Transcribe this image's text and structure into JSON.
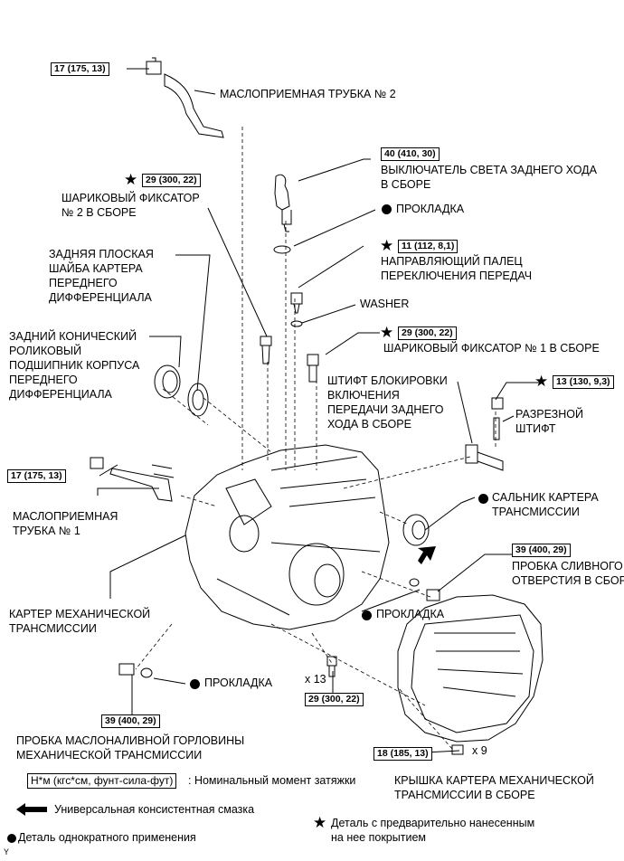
{
  "labels": {
    "oil_tube_2": "МАСЛОПРИЕМНАЯ ТРУБКА № 2",
    "reverse_switch_l1": "ВЫКЛЮЧАТЕЛЬ СВЕТА ЗАДНЕГО ХОДА",
    "reverse_switch_l2": "В СБОРЕ",
    "ball_det_2_l1": "ШАРИКОВЫЙ ФИКСАТОР",
    "ball_det_2_l2": "№ 2 В СБОРЕ",
    "gasket": "ПРОКЛАДКА",
    "guide_pin_l1": "НАПРАВЛЯЮЩИЙ ПАЛЕЦ",
    "guide_pin_l2": "ПЕРЕКЛЮЧЕНИЯ ПЕРЕДАЧ",
    "washer_front_l1": "ЗАДНЯЯ ПЛОСКАЯ",
    "washer_front_l2": "ШАЙБА КАРТЕРА",
    "washer_front_l3": "ПЕРЕДНЕГО",
    "washer_front_l4": "ДИФФЕРЕНЦИАЛА",
    "washer": "WASHER",
    "bearing_l1": "ЗАДНИЙ КОНИЧЕСКИЙ",
    "bearing_l2": "РОЛИКОВЫЙ",
    "bearing_l3": "ПОДШИПНИК КОРПУСА",
    "bearing_l4": "ПЕРЕДНЕГО",
    "bearing_l5": "ДИФФЕРЕНЦИАЛА",
    "ball_det_1": "ШАРИКОВЫЙ ФИКСАТОР № 1 В СБОРЕ",
    "lock_pin_l1": "ШТИФТ БЛОКИРОВКИ",
    "lock_pin_l2": "ВКЛЮЧЕНИЯ",
    "lock_pin_l3": "ПЕРЕДАЧИ ЗАДНЕГО",
    "lock_pin_l4": "ХОДА В СБОРЕ",
    "slot_pin_l1": "РАЗРЕЗНОЙ",
    "slot_pin_l2": "ШТИФТ",
    "oil_tube_1_l1": "МАСЛОПРИЕМНАЯ",
    "oil_tube_1_l2": "ТРУБКА № 1",
    "seal_l1": "САЛЬНИК КАРТЕРА",
    "seal_l2": "ТРАНСМИССИИ",
    "drain_l1": "ПРОБКА СЛИВНОГО",
    "drain_l2": "ОТВЕРСТИЯ В СБОРЕ",
    "case_l1": "КАРТЕР МЕХАНИЧЕСКОЙ",
    "case_l2": "ТРАНСМИССИИ",
    "fill_l1": "ПРОБКА МАСЛОНАЛИВНОЙ ГОРЛОВИНЫ",
    "fill_l2": "МЕХАНИЧЕСКОЙ ТРАНСМИССИИ",
    "cover_l1": "КРЫШКА КАРТЕРА МЕХАНИЧЕСКОЙ",
    "cover_l2": "ТРАНСМИССИИ В СБОРЕ",
    "x13": "x 13",
    "x9": "x 9"
  },
  "torques": {
    "t_oil_tube_2": "17 (175, 13)",
    "t_reverse_switch": "40 (410, 30)",
    "t_ball_det_2": "29 (300, 22)",
    "t_guide_pin": "11 (112, 8,1)",
    "t_ball_det_1": "29 (300, 22)",
    "t_lock_pin": "13 (130, 9,3)",
    "t_oil_tube_1": "17 (175, 13)",
    "t_drain": "39 (400, 29)",
    "t_bolts": "29 (300, 22)",
    "t_fill": "39 (400, 29)",
    "t_cover": "18 (185, 13)"
  },
  "legend": {
    "torque_box": "Н*м (кгс*см, фунт-сила-фут)",
    "torque_text": ": Номинальный момент затяжки",
    "grease": "Универсальная консистентная смазка",
    "single_use": "Деталь однократного применения",
    "precoat_l1": "Деталь с предварительно нанесенным",
    "precoat_l2": "на нее покрытием"
  },
  "corner_mark": "Y"
}
